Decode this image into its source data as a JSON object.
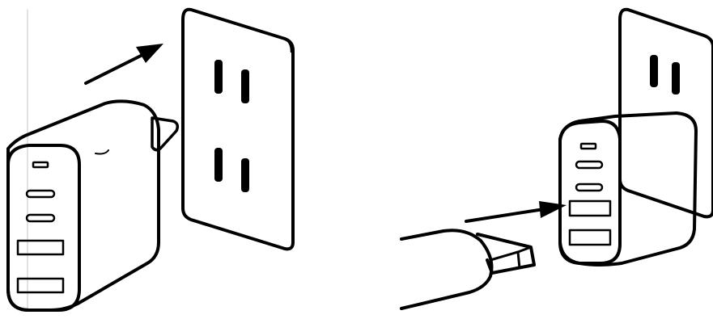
{
  "figure": {
    "panels": [
      {
        "id": "step-plug-into-outlet",
        "arrow_color": "#000000"
      },
      {
        "id": "step-insert-usb-cable",
        "arrow_color": "#000000"
      }
    ],
    "charger_ports": [
      "usb-c",
      "usb-c",
      "usb-c",
      "usb-a",
      "usb-a"
    ],
    "line_color": "#000000",
    "background": "#ffffff"
  }
}
